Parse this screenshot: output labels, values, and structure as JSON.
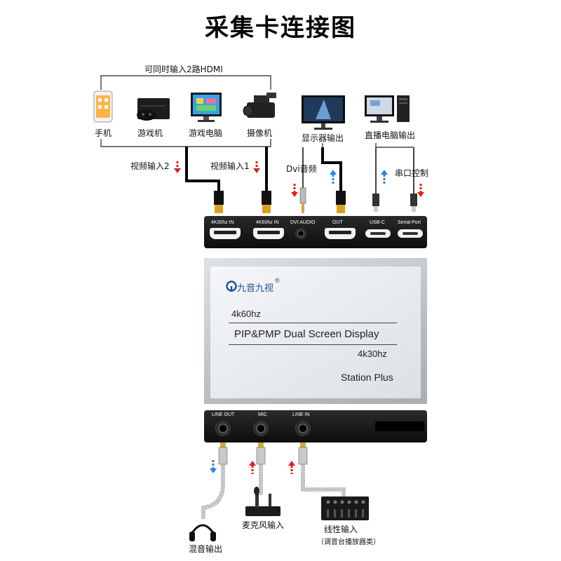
{
  "title": "采集卡连接图",
  "hdmi_note": "可同时输入2路HDMI",
  "sources": [
    {
      "label": "手机",
      "icon": "phone-icon"
    },
    {
      "label": "游戏机",
      "icon": "game-console-icon"
    },
    {
      "label": "游戏电脑",
      "icon": "gaming-pc-icon"
    },
    {
      "label": "摄像机",
      "icon": "camcorder-icon"
    }
  ],
  "monitor_label": "显示器输出",
  "stream_pc_label": "直播电脑输出",
  "video_input_2": "视频输入2",
  "video_input_1": "视频输入1",
  "dvi_audio_label": "Dvi音频",
  "serial_control": "串口控制",
  "top_ports": {
    "hdmi_in_1": "4K30hz IN",
    "hdmi_in_2": "4K60hz IN",
    "dvi_audio": "DVI AUDIO",
    "out": "OUT",
    "usbc": "USB-C",
    "serial": "Serial-Port"
  },
  "device": {
    "brand": "九音九视",
    "trademark": "®",
    "line1": "4k60hz",
    "line2": "PIP&PMP Dual Screen Display",
    "line3": "4k30hz",
    "model": "Station Plus"
  },
  "bottom_ports": {
    "line_out": "LINE OUT",
    "mic": "MIC",
    "line_in": "LINE IN"
  },
  "mix_output": "混音输出",
  "mic_input": "麦克风输入",
  "line_input": "线性输入",
  "line_input_note": "（调音台播放器类）",
  "colors": {
    "arrow_red": "#e0201b",
    "arrow_blue": "#2f7fe0",
    "panel": "#111111"
  }
}
